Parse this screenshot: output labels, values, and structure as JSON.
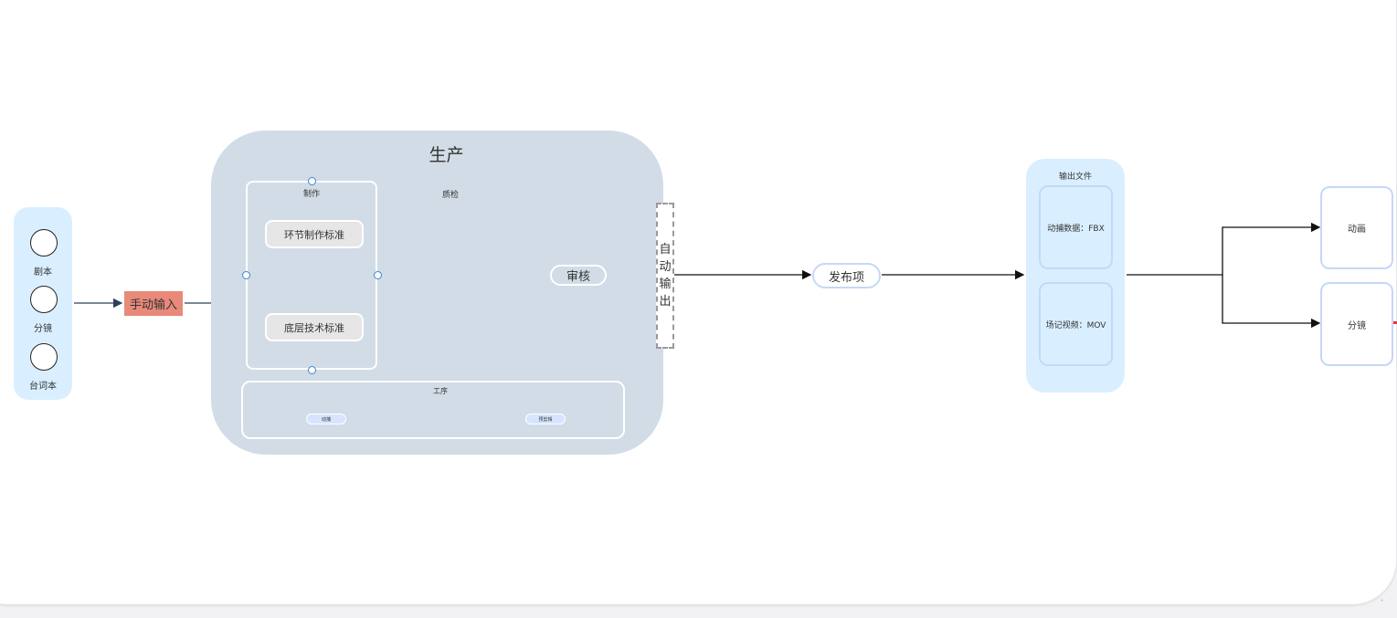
{
  "inputs": {
    "items": [
      "剧本",
      "分镜",
      "台词本"
    ]
  },
  "manual_input": "手动输入",
  "production": {
    "title": "生产",
    "make": {
      "title": "制作",
      "items": [
        "环节制作标准",
        "底层技术标准"
      ]
    },
    "qc": {
      "title": "质检"
    },
    "review": "审核",
    "auto_output": [
      "自",
      "动",
      "输",
      "出"
    ],
    "process": {
      "title": "工序",
      "from": "动捕",
      "to": "预剪辑"
    }
  },
  "publish": "发布项",
  "output_files": {
    "title": "输出文件",
    "items": [
      "动捕数据：FBX",
      "场记视频：MOV"
    ]
  },
  "targets": [
    "动画",
    "分镜"
  ],
  "colors": {
    "manual": "#e8897a",
    "production_bg": "#d1dce6",
    "input_bg": "#d9efff",
    "card_border": "#c5d8f7"
  }
}
